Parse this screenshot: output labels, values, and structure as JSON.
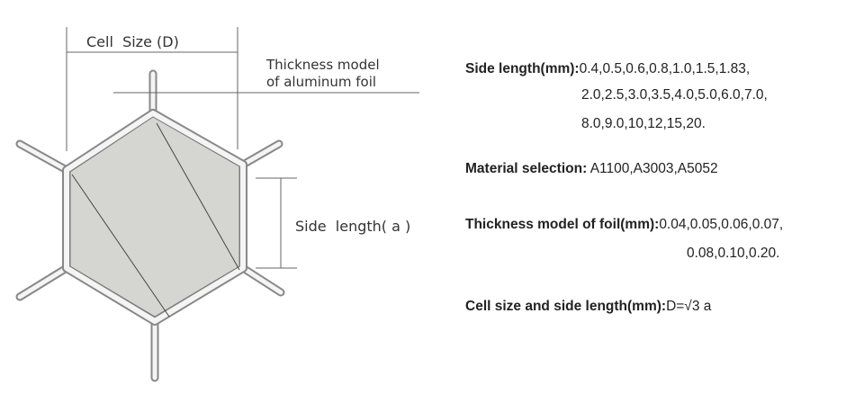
{
  "diagram": {
    "cell_size_label": "Cell  Size (D)",
    "thickness_label_line1": "Thickness model",
    "thickness_label_line2": "of aluminum foil",
    "side_length_label": "Side  length( a )"
  },
  "specs": {
    "side_length": {
      "label": "Side length(mm):",
      "line1": "0.4,0.5,0.6,0.8,1.0,1.5,1.83,",
      "line2": "2.0,2.5,3.0,3.5,4.0,5.0,6.0,7.0,",
      "line3": "8.0,9.0,10,12,15,20."
    },
    "material": {
      "label": "Material selection:",
      "value": " A1100,A3003,A5052"
    },
    "thickness": {
      "label": "Thickness model of foil(mm):",
      "line1": "0.04,0.05,0.06,0.07,",
      "line2": "0.08,0.10,0.20."
    },
    "cell_size": {
      "label": "Cell size and side length(mm):",
      "value": "D=√3 a"
    }
  },
  "colors": {
    "cell_fill": "#d5d6d1",
    "wall": "#cfcfcf",
    "line": "#555555"
  }
}
